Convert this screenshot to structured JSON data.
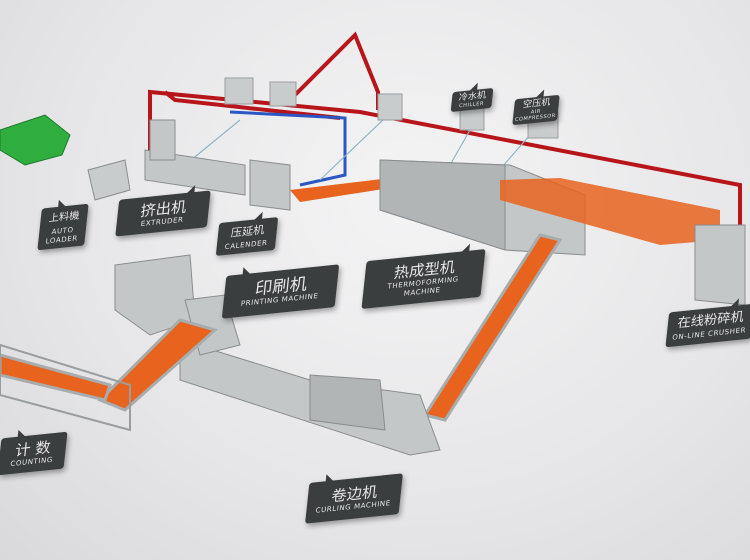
{
  "labels": {
    "auto_loader": {
      "cn": "上料機",
      "en": "AUTO LOADER"
    },
    "extruder": {
      "cn": "挤出机",
      "en": "EXTRUDER"
    },
    "calender": {
      "cn": "压延机",
      "en": "CALENDER"
    },
    "thermoforming": {
      "cn": "热成型机",
      "en": "THERMOFORMING MACHINE"
    },
    "printing": {
      "cn": "印刷机",
      "en": "PRINTING MACHINE"
    },
    "crusher": {
      "cn": "在线粉碎机",
      "en": "ON-LINE CRUSHER"
    },
    "counting": {
      "cn": "计 数",
      "en": "COUNTING"
    },
    "curling": {
      "cn": "卷边机",
      "en": "CURLING MACHINE"
    },
    "chiller": {
      "cn": "冷水机",
      "en": "CHILLER"
    },
    "compressor": {
      "cn": "空压机",
      "en": "AIR COMPRESSOR"
    }
  },
  "colors": {
    "pipe": "#b8151b",
    "conveyor": "#e8631e",
    "machine": "#c9cccd",
    "tag": "#3b3e3f",
    "water": "#2a57c4"
  }
}
